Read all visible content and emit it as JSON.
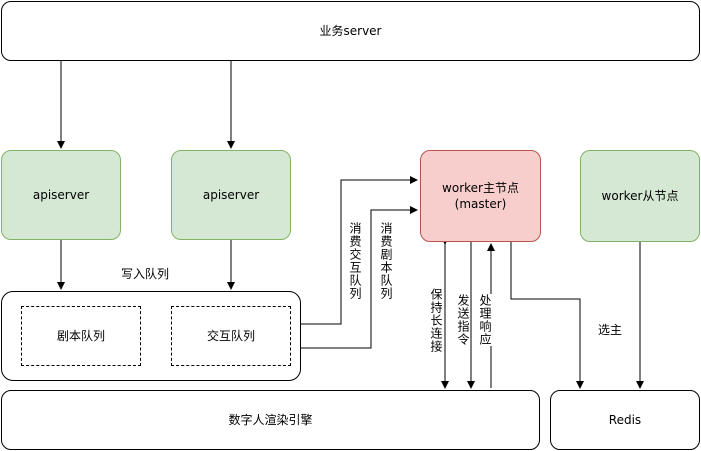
{
  "nodes": {
    "biz_server": "业务server",
    "apiserver_1": "apiserver",
    "apiserver_2": "apiserver",
    "worker_master_line1": "worker主节点",
    "worker_master_line2": "(master)",
    "worker_slave": "worker从节点",
    "script_queue": "剧本队列",
    "interact_queue": "交互队列",
    "render_engine": "数字人渲染引擎",
    "redis": "Redis"
  },
  "edge_labels": {
    "write_queue": "写入队列",
    "consume_interact": "消费交互队列",
    "consume_script": "消费剧本队列",
    "keep_connection": "保持长连接",
    "send_command": "发送指令",
    "handle_response": "处理响应",
    "elect_master": "选主"
  },
  "colors": {
    "green_fill": "#d5e8d4",
    "green_stroke": "#82b366",
    "red_fill": "#f8cecc",
    "red_stroke": "#b85450"
  }
}
